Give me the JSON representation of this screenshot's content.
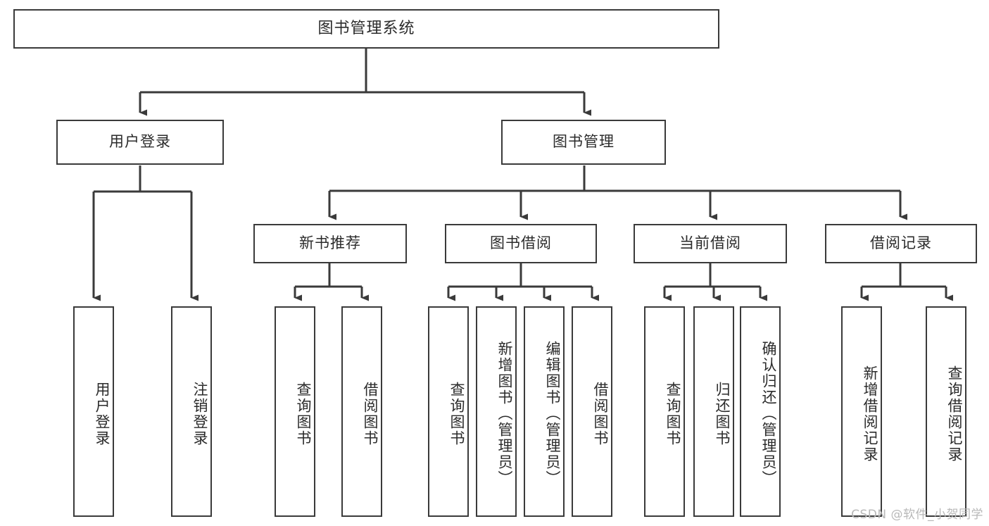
{
  "diagram": {
    "title": "图书管理系统",
    "type": "hierarchy-tree",
    "watermark": "CSDN @软件_小贺同学",
    "colors": {
      "stroke": "#3a3a3a",
      "box_fill": "#ffffff",
      "text": "#2b2b2b",
      "watermark": "#b8b8b8",
      "background": "#ffffff"
    },
    "root": {
      "label": "图书管理系统"
    },
    "level2": [
      {
        "id": "user-login",
        "label": "用户登录"
      },
      {
        "id": "book-manage",
        "label": "图书管理"
      }
    ],
    "level3": [
      {
        "id": "new-book-recommend",
        "label": "新书推荐"
      },
      {
        "id": "book-borrow",
        "label": "图书借阅"
      },
      {
        "id": "current-borrow",
        "label": "当前借阅"
      },
      {
        "id": "borrow-record",
        "label": "借阅记录"
      }
    ],
    "leaves": {
      "user_login": [
        {
          "id": "leaf-user-login",
          "label": "用户登录"
        },
        {
          "id": "leaf-user-logout",
          "label": "注销登录"
        }
      ],
      "new_book_recommend": [
        {
          "id": "leaf-query-book-1",
          "label": "查询图书"
        },
        {
          "id": "leaf-borrow-book-1",
          "label": "借阅图书"
        }
      ],
      "book_borrow": [
        {
          "id": "leaf-query-book-2",
          "label": "查询图书"
        },
        {
          "id": "leaf-add-book",
          "label": "新增图书（管理员）"
        },
        {
          "id": "leaf-edit-book",
          "label": "编辑图书（管理员）"
        },
        {
          "id": "leaf-borrow-book-2",
          "label": "借阅图书"
        }
      ],
      "current_borrow": [
        {
          "id": "leaf-query-book-3",
          "label": "查询图书"
        },
        {
          "id": "leaf-return-book",
          "label": "归还图书"
        },
        {
          "id": "leaf-confirm-return",
          "label": "确认归还（管理员）"
        }
      ],
      "borrow_record": [
        {
          "id": "leaf-add-record",
          "label": "新增借阅记录"
        },
        {
          "id": "leaf-query-record",
          "label": "查询借阅记录"
        }
      ]
    }
  },
  "chart_data": {
    "type": "table",
    "title": "图书管理系统",
    "nodes": [
      {
        "level": 1,
        "label": "图书管理系统",
        "parent": null
      },
      {
        "level": 2,
        "label": "用户登录",
        "parent": "图书管理系统"
      },
      {
        "level": 2,
        "label": "图书管理",
        "parent": "图书管理系统"
      },
      {
        "level": 3,
        "label": "用户登录",
        "parent": "用户登录"
      },
      {
        "level": 3,
        "label": "注销登录",
        "parent": "用户登录"
      },
      {
        "level": 3,
        "label": "新书推荐",
        "parent": "图书管理"
      },
      {
        "level": 3,
        "label": "图书借阅",
        "parent": "图书管理"
      },
      {
        "level": 3,
        "label": "当前借阅",
        "parent": "图书管理"
      },
      {
        "level": 3,
        "label": "借阅记录",
        "parent": "图书管理"
      },
      {
        "level": 4,
        "label": "查询图书",
        "parent": "新书推荐"
      },
      {
        "level": 4,
        "label": "借阅图书",
        "parent": "新书推荐"
      },
      {
        "level": 4,
        "label": "查询图书",
        "parent": "图书借阅"
      },
      {
        "level": 4,
        "label": "新增图书（管理员）",
        "parent": "图书借阅"
      },
      {
        "level": 4,
        "label": "编辑图书（管理员）",
        "parent": "图书借阅"
      },
      {
        "level": 4,
        "label": "借阅图书",
        "parent": "图书借阅"
      },
      {
        "level": 4,
        "label": "查询图书",
        "parent": "当前借阅"
      },
      {
        "level": 4,
        "label": "归还图书",
        "parent": "当前借阅"
      },
      {
        "level": 4,
        "label": "确认归还（管理员）",
        "parent": "当前借阅"
      },
      {
        "level": 4,
        "label": "新增借阅记录",
        "parent": "借阅记录"
      },
      {
        "level": 4,
        "label": "查询借阅记录",
        "parent": "借阅记录"
      }
    ]
  }
}
